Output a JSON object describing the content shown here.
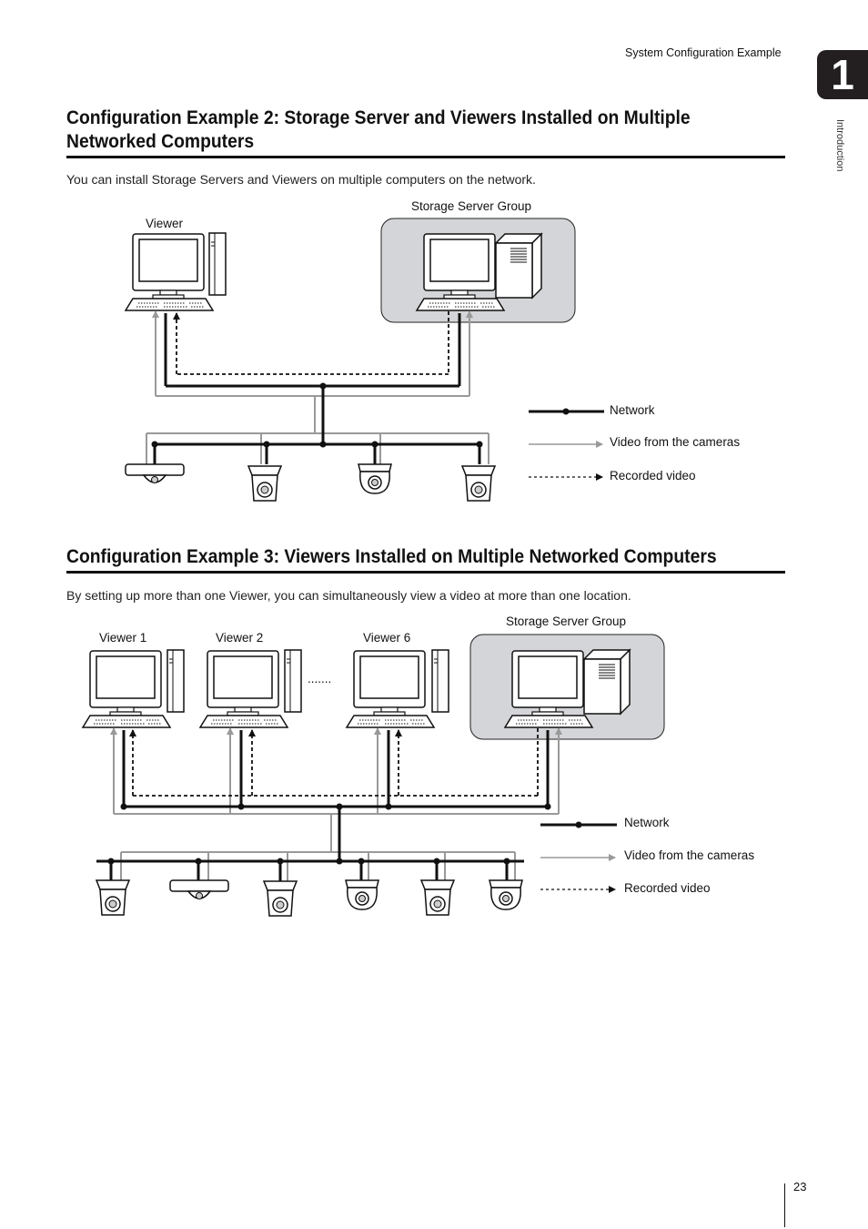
{
  "running_head": "System Configuration Example",
  "chapter": {
    "number": "1",
    "label": "Introduction"
  },
  "page_number": "23",
  "section2": {
    "title": "Configuration Example 2: Storage Server and Viewers Installed on Multiple Networked Computers",
    "description": "You can install Storage Servers and Viewers on multiple computers on the network.",
    "diagram": {
      "viewer_label": "Viewer",
      "storage_group_label": "Storage Server Group",
      "legend": {
        "network": "Network",
        "video": "Video from the cameras",
        "recorded": "Recorded video"
      }
    }
  },
  "section3": {
    "title": "Configuration Example 3: Viewers Installed on Multiple Networked Computers",
    "description": "By setting up more than one Viewer, you can simultaneously view a video at more than one location.",
    "diagram": {
      "viewer_labels": [
        "Viewer 1",
        "Viewer 2",
        "Viewer 6"
      ],
      "ellipsis": ".......",
      "storage_group_label": "Storage Server Group",
      "legend": {
        "network": "Network",
        "video": "Video from the cameras",
        "recorded": "Recorded video"
      }
    }
  }
}
